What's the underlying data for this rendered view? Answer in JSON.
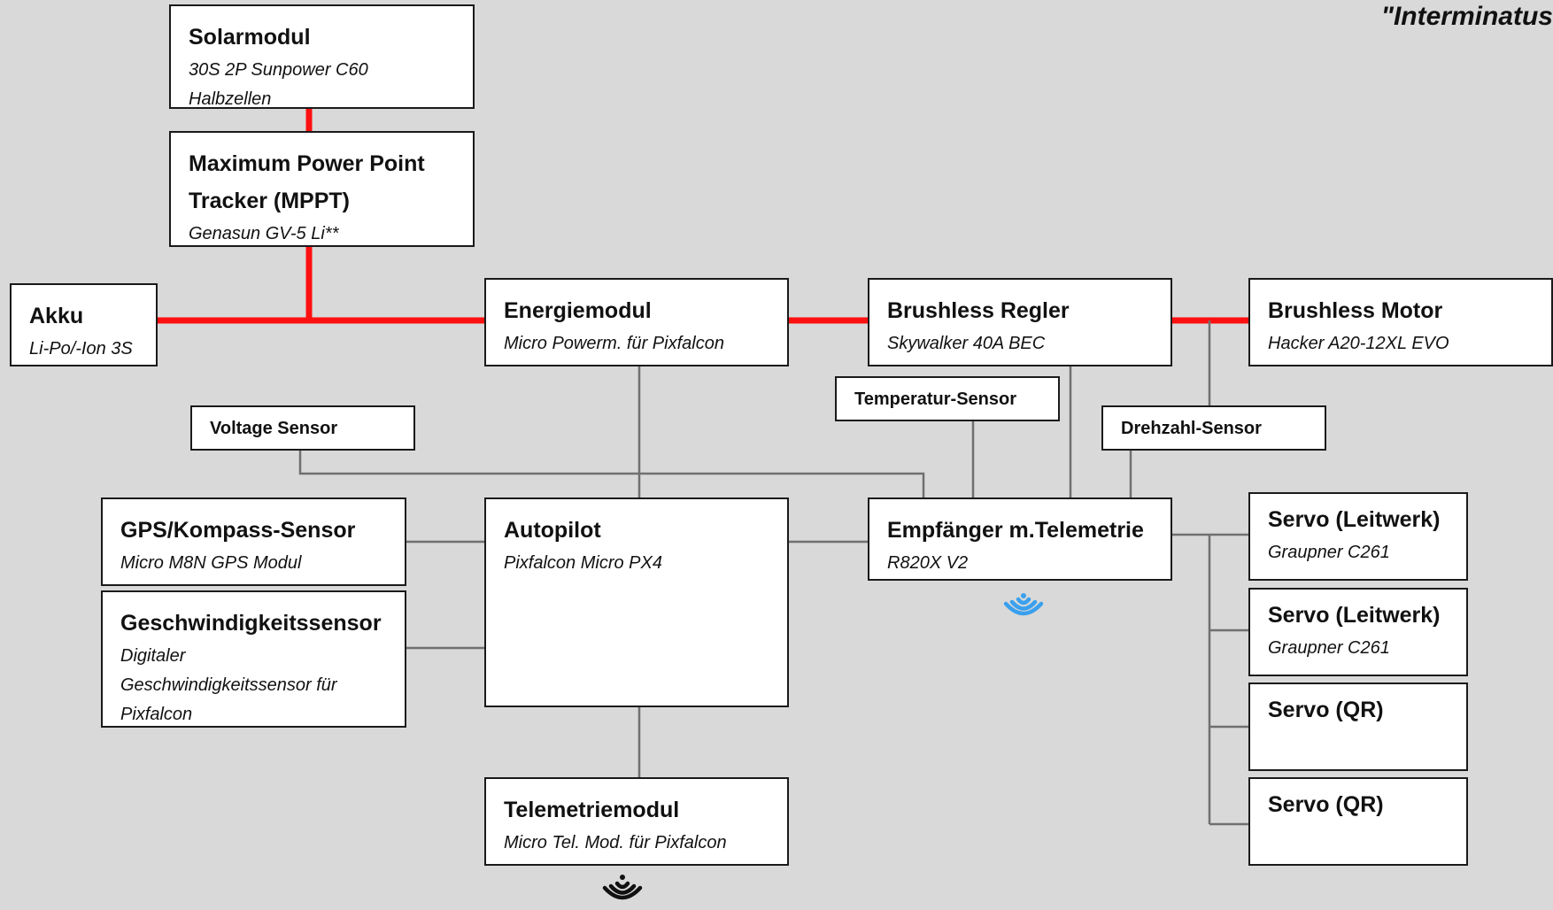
{
  "title": "\"Interminatus",
  "colors": {
    "power_line": "#ff1010",
    "signal_line": "#707070",
    "wifi_blue": "#3aa0ee",
    "wifi_black": "#111111"
  },
  "boxes": {
    "solar": {
      "title": "Solarmodul",
      "subtitle": [
        "30S 2P Sunpower C60",
        "Halbzellen"
      ]
    },
    "mppt": {
      "title": [
        "Maximum Power Point",
        "Tracker (MPPT)"
      ],
      "subtitle": "Genasun GV-5 Li**"
    },
    "akku": {
      "title": "Akku",
      "subtitle": "Li-Po/-Ion 3S"
    },
    "energie": {
      "title": "Energiemodul",
      "subtitle": "Micro Powerm. für Pixfalcon"
    },
    "regler": {
      "title": "Brushless Regler",
      "subtitle": "Skywalker 40A BEC"
    },
    "motor": {
      "title": "Brushless Motor",
      "subtitle": "Hacker A20-12XL EVO"
    },
    "temp": {
      "title": "Temperatur-Sensor"
    },
    "voltage": {
      "title": "Voltage Sensor"
    },
    "drehzahl": {
      "title": "Drehzahl-Sensor"
    },
    "gps": {
      "title": "GPS/Kompass-Sensor",
      "subtitle": "Micro M8N GPS Modul"
    },
    "speed": {
      "title": "Geschwindigkeitssensor",
      "subtitle": [
        "Digitaler",
        "Geschwindigkeitssensor für",
        "Pixfalcon"
      ]
    },
    "autopilot": {
      "title": "Autopilot",
      "subtitle": "Pixfalcon Micro PX4"
    },
    "empfaenger": {
      "title": "Empfänger m.Telemetrie",
      "subtitle": "R820X V2"
    },
    "servo1": {
      "title": "Servo (Leitwerk)",
      "subtitle": "Graupner C261"
    },
    "servo2": {
      "title": "Servo (Leitwerk)",
      "subtitle": "Graupner C261"
    },
    "servo3": {
      "title": "Servo (QR)"
    },
    "servo4": {
      "title": "Servo (QR)"
    },
    "telemetrie": {
      "title": "Telemetriemodul",
      "subtitle": "Micro Tel. Mod. für Pixfalcon"
    }
  },
  "icons": {
    "wifi_receiver": "wifi-signal-icon",
    "wifi_telemetry": "wifi-signal-icon"
  }
}
